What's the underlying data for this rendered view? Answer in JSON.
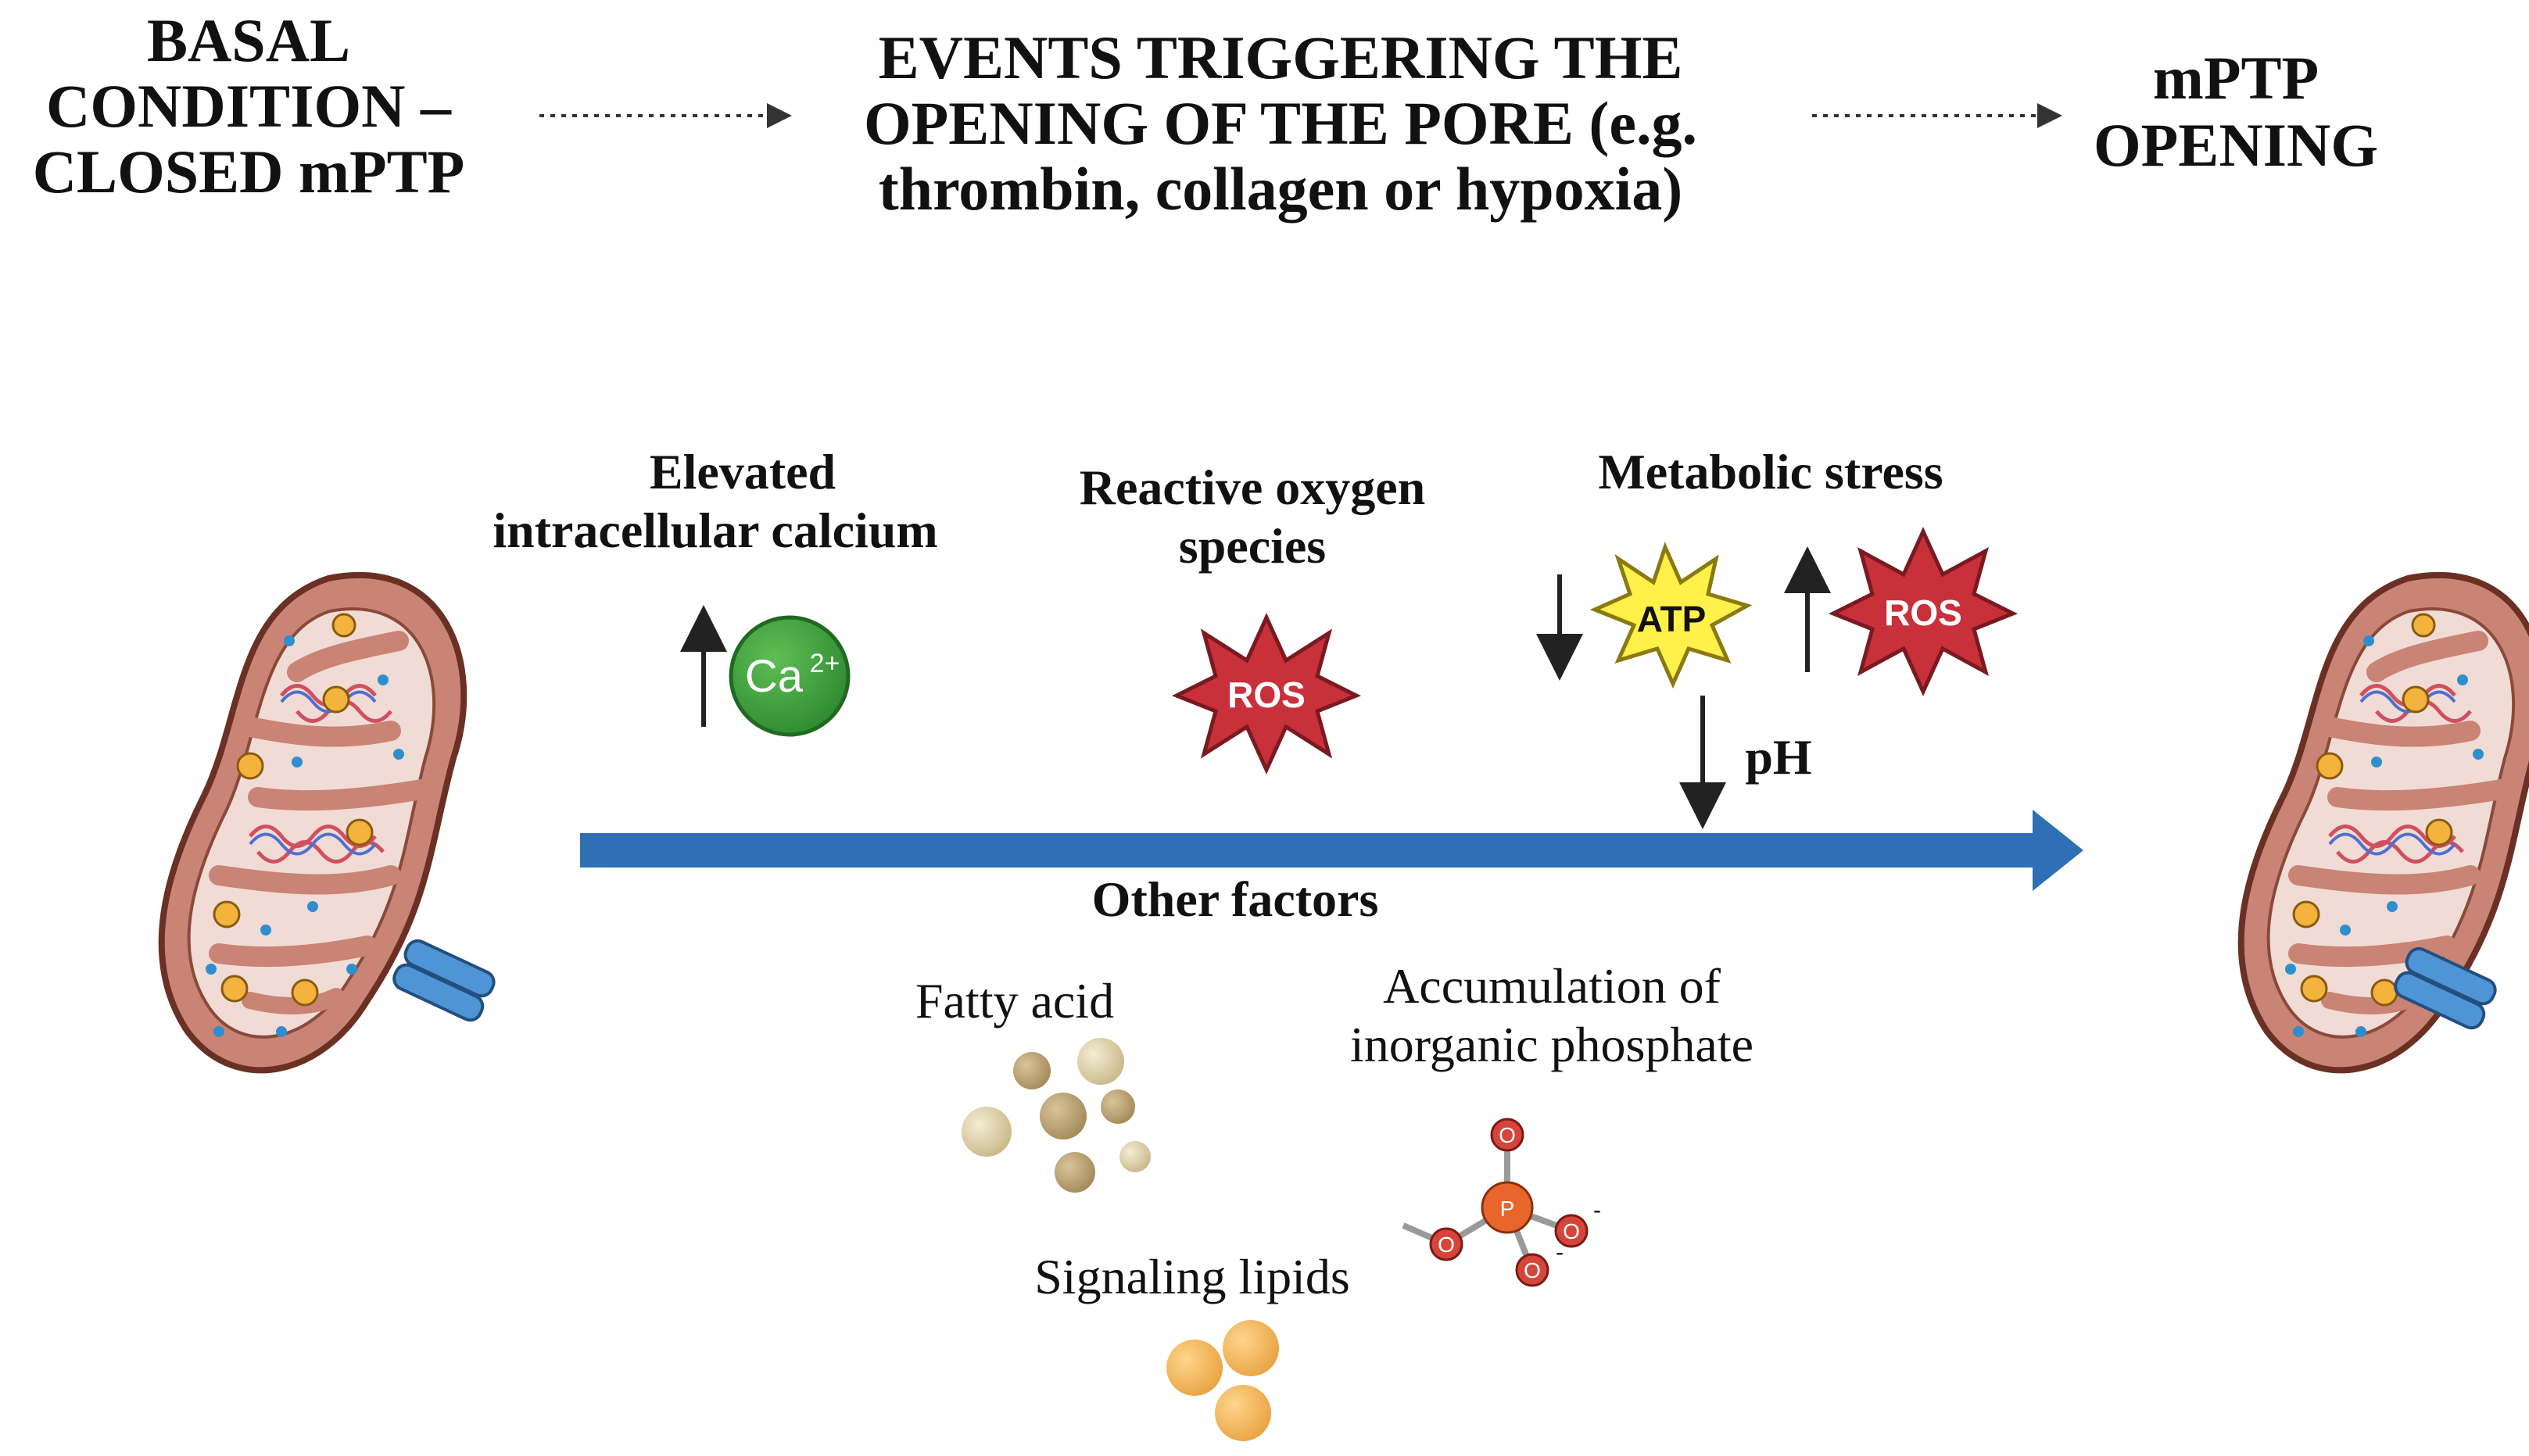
{
  "headers": {
    "basal_line1": "BASAL",
    "basal_line2": "CONDITION –",
    "basal_line3": "CLOSED mPTP",
    "events_line1": "EVENTS TRIGGERING THE",
    "events_line2": "OPENING OF THE PORE (e.g.",
    "events_line3": "thrombin, collagen or hypoxia)",
    "opening_line1": "mPTP",
    "opening_line2": "OPENING"
  },
  "factors": {
    "calcium_line1": "Elevated",
    "calcium_line2": "intracellular calcium",
    "calcium_ion": "Ca",
    "calcium_charge": "2+",
    "ros_line1": "Reactive oxygen",
    "ros_line2": "species",
    "ros_label": "ROS",
    "metabolic_title": "Metabolic stress",
    "atp_label": "ATP",
    "ros2_label": "ROS",
    "ph_label": "pH",
    "other_title": "Other factors",
    "fatty_acid": "Fatty acid",
    "phosphate_line1": "Accumulation of",
    "phosphate_line2": "inorganic phosphate",
    "signaling_lipids": "Signaling lipids",
    "atom_o": "O",
    "atom_p": "P",
    "charge_minus": "-"
  },
  "colors": {
    "main_arrow": "#2e6fb5",
    "mito_outer": "#c98476",
    "mito_inner": "#f0dcd5",
    "mito_stroke": "#6b3024",
    "calcium_green": "#3a9a3a",
    "ros_red": "#c8303a",
    "atp_yellow": "#fff04a",
    "channel_blue": "#4f95d6",
    "phosphate_orange": "#e8652b",
    "oxygen_red": "#d6453a",
    "fatty_acid_tan": "#c8b98a",
    "lipid_orange": "#f0b257"
  },
  "icons": [
    "mitochondrion-icon",
    "mptp-channel-icon",
    "calcium-ion-icon",
    "ros-burst-icon",
    "atp-burst-icon",
    "phosphate-molecule-icon",
    "fatty-acid-droplets-icon",
    "signaling-lipid-droplets-icon"
  ]
}
